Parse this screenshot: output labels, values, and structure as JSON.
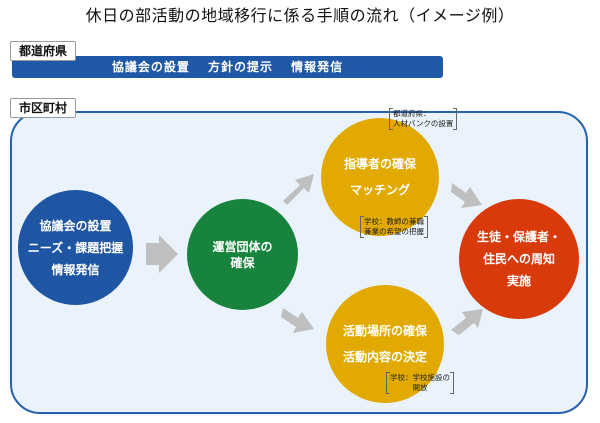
{
  "title": "休日の部活動の地域移行に係る手順の流れ（イメージ例）",
  "prefecture": {
    "tag": "都道府県",
    "bar_text": "協議会の設置　 方針の提示　 情報発信"
  },
  "municipality": {
    "tag": "市区町村"
  },
  "nodes": {
    "council": {
      "lines": [
        "協議会の設置",
        "ニーズ・課題把握",
        "情報発信"
      ]
    },
    "operator": {
      "lines": [
        "運営団体の",
        "確保"
      ]
    },
    "instructors": {
      "lines": [
        "指導者の確保",
        "マッチング"
      ]
    },
    "venue": {
      "lines": [
        "活動場所の確保",
        "活動内容の決定"
      ]
    },
    "publicity": {
      "lines": [
        "生徒・保護者・",
        "住民への周知",
        "実施"
      ]
    }
  },
  "notes": {
    "instructor_top": [
      "都道府県：",
      "人材バンクの設置"
    ],
    "instructor_bottom": [
      "学校：教師の兼職",
      "兼業の希望の把握"
    ],
    "venue_bottom": [
      "学校：学校施設の",
      "開放"
    ]
  },
  "colors": {
    "blue": "#1f56a3",
    "green": "#17833c",
    "yellow": "#e2aa00",
    "red": "#d83a0b",
    "arrow": "#bfbfbf",
    "panel": "#eaf2fb",
    "bar": "#1f58a6"
  }
}
